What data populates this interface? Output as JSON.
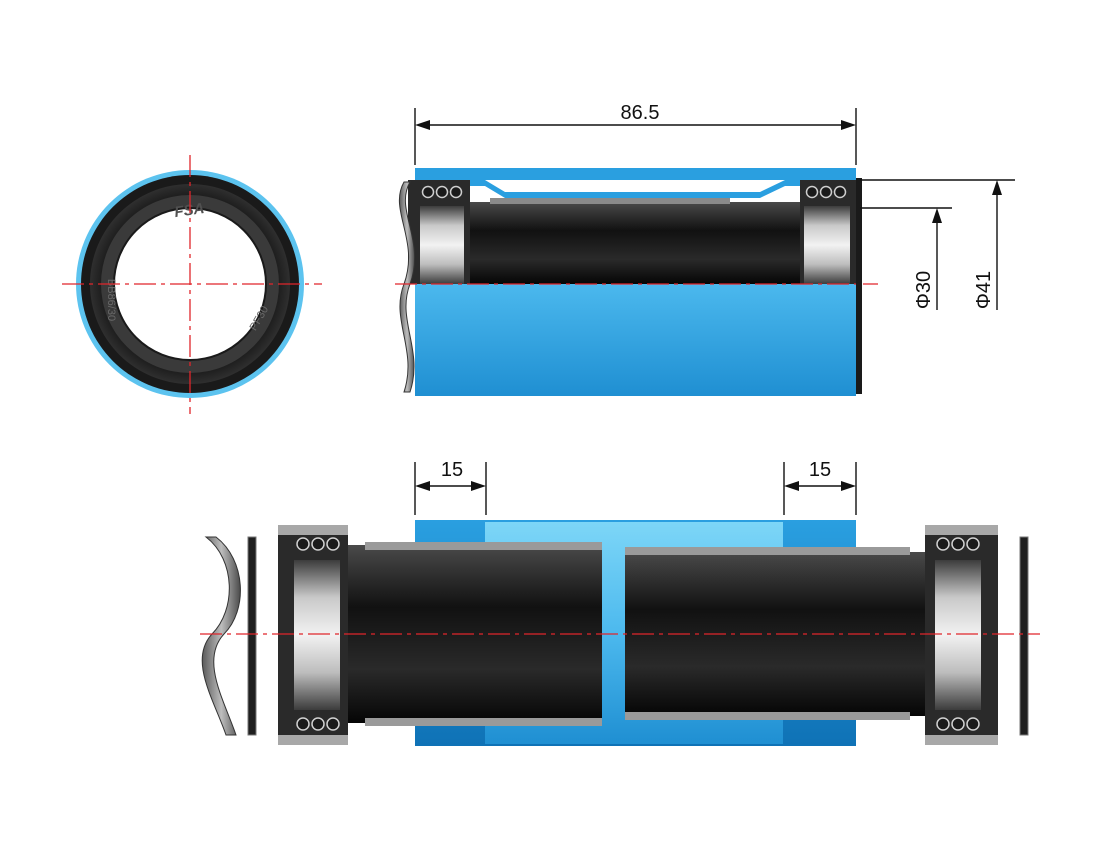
{
  "dimensions": {
    "overall_length": "86.5",
    "inner_diameter": "Φ30",
    "outer_diameter": "Φ41",
    "left_inset": "15",
    "right_inset": "15"
  },
  "ring_markings": {
    "logo": "FSA",
    "left_code": "BB86/30",
    "right_code": "PF30"
  },
  "colors": {
    "sleeve_light": "#63c9f3",
    "sleeve_dark": "#1b86c7",
    "spindle": "#1c1c1c",
    "bearing_gray": "#9a9a9a",
    "center_line": "#e0252b"
  }
}
